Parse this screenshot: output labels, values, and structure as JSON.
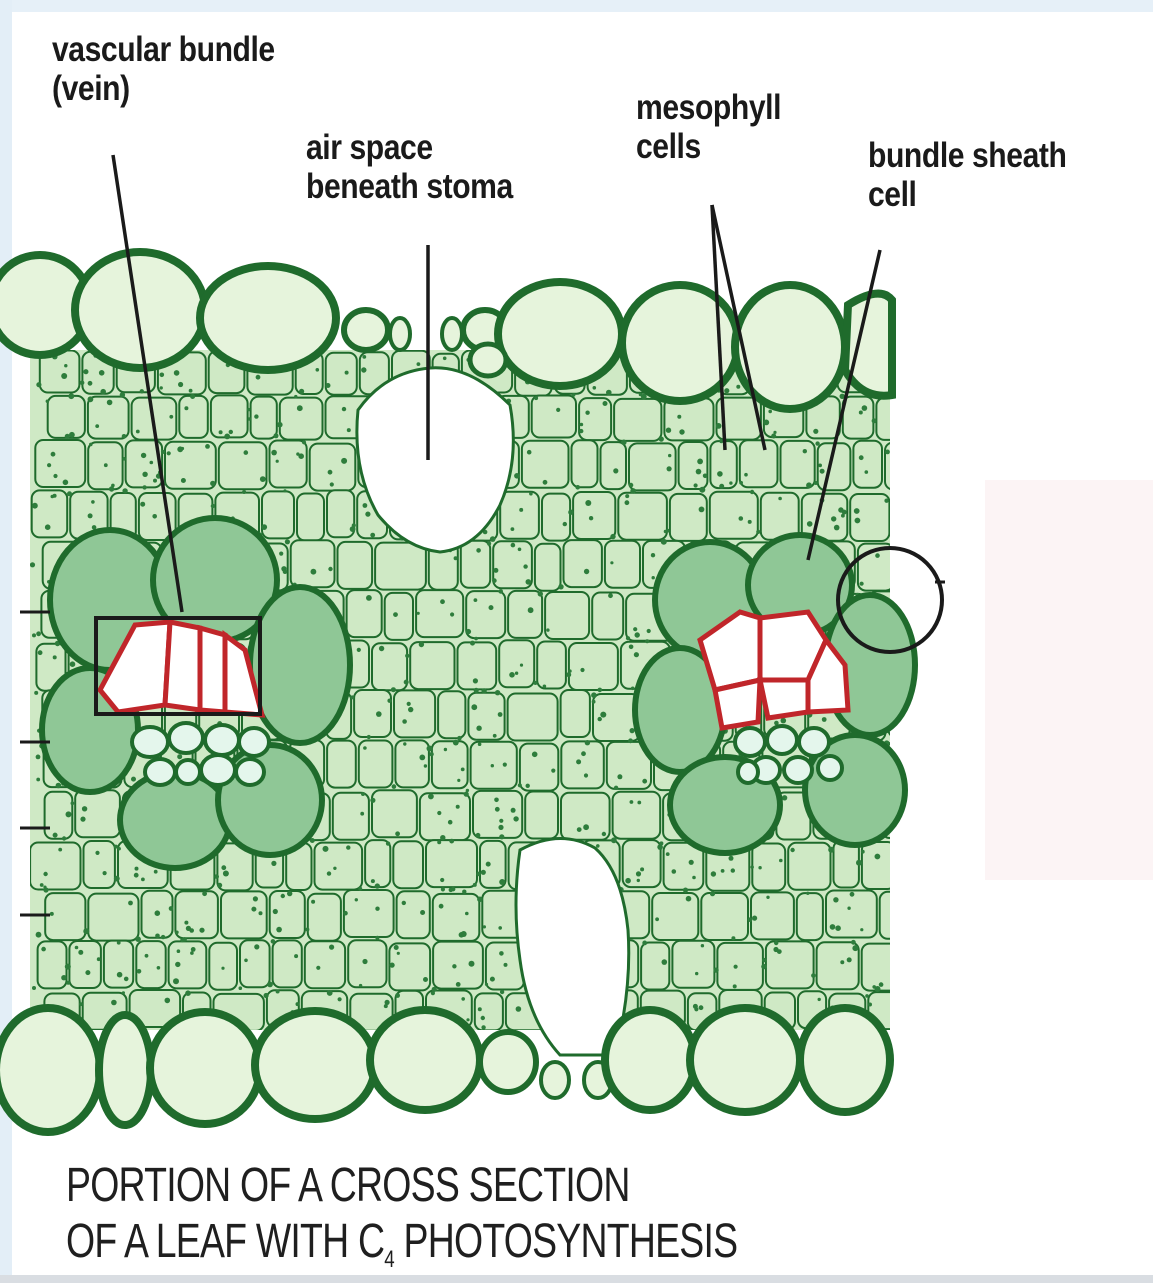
{
  "labels": {
    "vascular_bundle_line1": "vascular bundle",
    "vascular_bundle_line2": "(vein)",
    "air_space_line1": "air space",
    "air_space_line2": "beneath stoma",
    "mesophyll_line1": "mesophyll",
    "mesophyll_line2": "cells",
    "bundle_sheath_line1": "bundle sheath",
    "bundle_sheath_line2": "cell"
  },
  "caption": {
    "line1": "PORTION OF A CROSS SECTION",
    "line2_before": "OF A LEAF WITH C",
    "line2_sub": "4",
    "line2_after": " PHOTOSYNTHESIS"
  },
  "colors": {
    "outline": "#1f6b2c",
    "cell_fill": "#cfe9c5",
    "epidermis_fill": "#e6f4dc",
    "sheath_fill": "#8fc796",
    "xylem_wall": "#c0262a",
    "phloem_fill": "#e4f6ec",
    "dot": "#2e7d3c"
  }
}
